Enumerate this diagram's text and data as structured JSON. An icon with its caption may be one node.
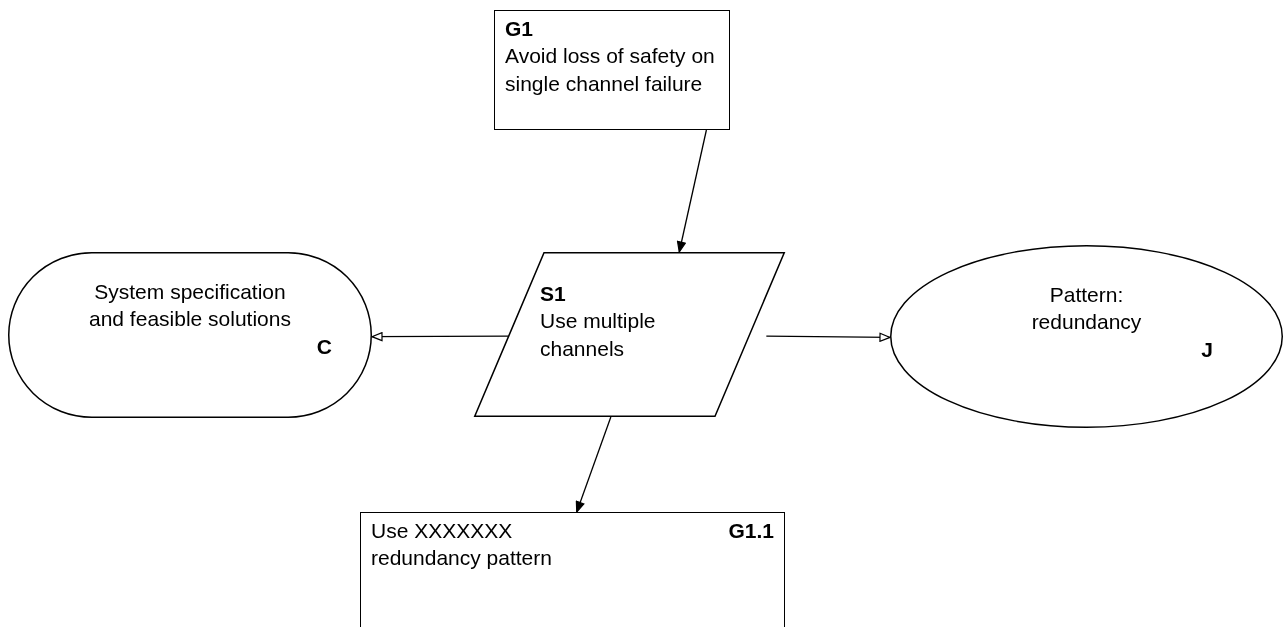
{
  "diagram": {
    "nodes": [
      {
        "text": [
          "G1",
          "Avoid loss of safety on single channel failure"
        ]
      },
      {
        "text": [
          "S1",
          "Use multiple channels"
        ]
      },
      {
        "text": [
          "System specification and feasible solutions",
          "C"
        ]
      },
      {
        "text": [
          "Pattern: redundancy",
          "J"
        ]
      },
      {
        "text": [
          "Use XXXXXXX redundancy pattern",
          "G1.1"
        ]
      }
    ],
    "edges": [
      {
        "from": 0,
        "to": 1,
        "arrow": "to"
      },
      {
        "from": 1,
        "to": 2,
        "arrow": "to"
      },
      {
        "from": 1,
        "to": 3,
        "arrow": "to"
      },
      {
        "from": 1,
        "to": 4,
        "arrow": "to"
      }
    ]
  }
}
